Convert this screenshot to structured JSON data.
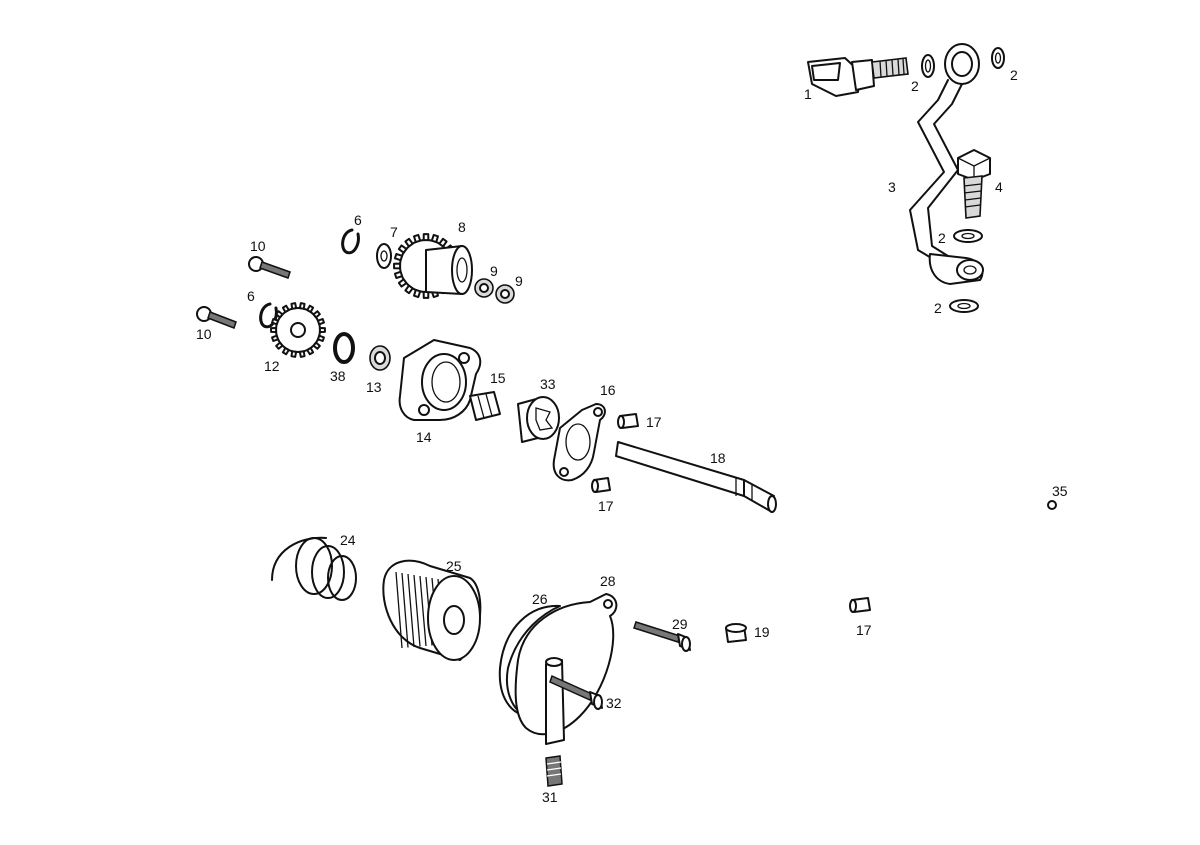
{
  "part_labels": [
    "1",
    "2",
    "2",
    "3",
    "4",
    "2",
    "2",
    "6",
    "7",
    "8",
    "9",
    "9",
    "10",
    "6",
    "10",
    "12",
    "38",
    "13",
    "14",
    "15",
    "33",
    "16",
    "17",
    "18",
    "17",
    "35",
    "24",
    "25",
    "26",
    "28",
    "29",
    "19",
    "17",
    "32",
    "31"
  ]
}
